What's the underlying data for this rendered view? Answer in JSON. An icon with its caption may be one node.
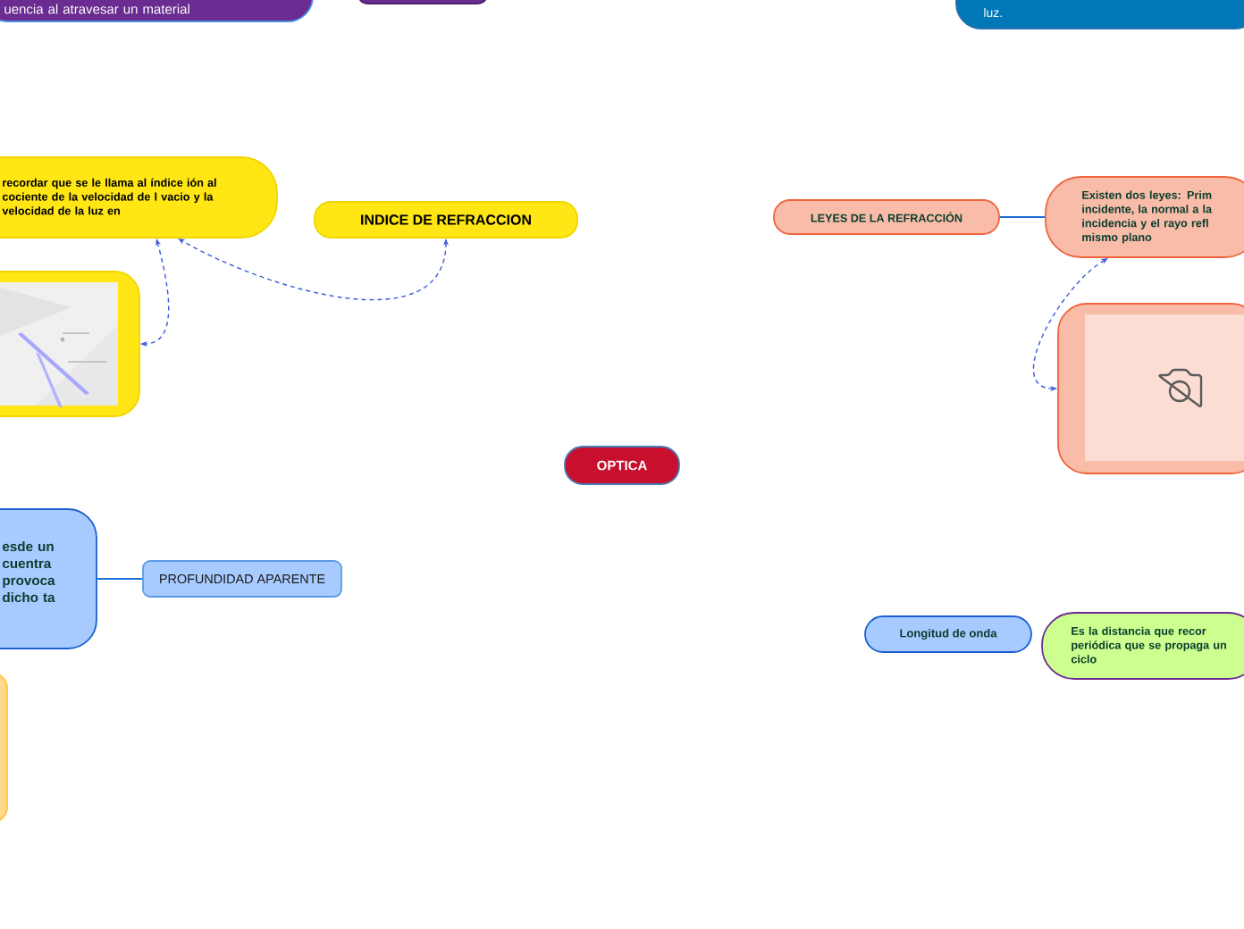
{
  "diagram": {
    "nodes": [
      {
        "text": [
          "uencia al atravesar un material"
        ]
      },
      {
        "text": [],
        "shape": "box"
      },
      {
        "text": [
          "luz."
        ]
      },
      {
        "text": [
          "recordar que se le llama al índice ión al cociente de la velocidad de l vacio y la velocidad de la luz en"
        ]
      },
      {
        "text": [
          "INDICE DE REFRACCION"
        ]
      },
      {
        "text": [],
        "shape": "picture"
      },
      {
        "text": [
          "LEYES DE LA REFRACCIÓN"
        ]
      },
      {
        "text": [
          "Existen dos leyes: Prim incidente, la normal a la incidencia y el rayo refl mismo plano"
        ]
      },
      {
        "text": [],
        "shape": "box"
      },
      {
        "text": [
          "OPTICA"
        ]
      },
      {
        "text": [
          "esde un cuentra provoca dicho ta"
        ]
      },
      {
        "text": [
          "PROFUNDIDAD APARENTE"
        ]
      },
      {
        "text": [],
        "shape": "box"
      },
      {
        "text": [
          "Longitud de onda"
        ]
      },
      {
        "text": [
          "Es la distancia que recor periódica que se propaga un ciclo"
        ]
      }
    ],
    "edges": [
      {
        "from": 4,
        "to": 3,
        "arrow": "both",
        "style": "dashed"
      },
      {
        "from": 3,
        "to": 5,
        "arrow": "both",
        "style": "dashed"
      },
      {
        "from": 7,
        "to": 8,
        "arrow": "both",
        "style": "dashed"
      },
      {
        "from": 6,
        "to": 7,
        "arrow": "none"
      },
      {
        "from": 10,
        "to": 11,
        "arrow": "none"
      }
    ]
  }
}
